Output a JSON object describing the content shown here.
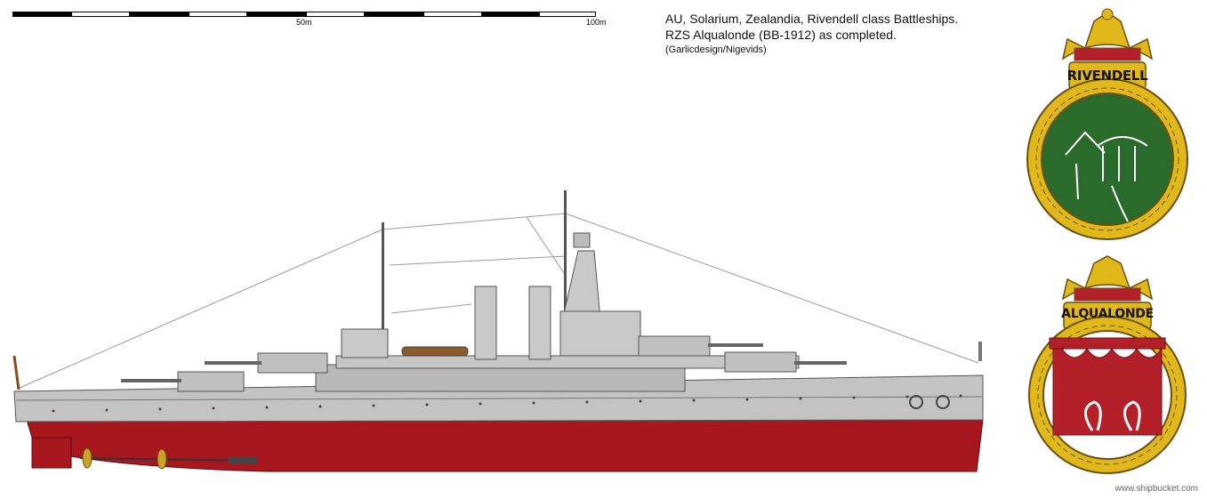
{
  "scale": {
    "labels": [
      "50m",
      "100m"
    ]
  },
  "title": {
    "line1": "AU, Solarium, Zealandia, Rivendell class Battleships.",
    "line2": "RZS Alqualonde (BB-1912) as completed.",
    "credit": "(Garlicdesign/Nigevids)"
  },
  "crests": {
    "class_name": "RIVENDELL",
    "ship_name": "ALQUALONDE"
  },
  "watermark": "www.shipbucket.com",
  "colors": {
    "hull_red": "#a8161e",
    "hull_grey": "#c3c3c3",
    "crest_green": "#2a6a2a",
    "crest_gold": "#e0b81a",
    "crest_red": "#b3202a"
  },
  "icons": [
    "ship-profile",
    "crest-rivendell",
    "crest-alqualonde",
    "naval-crown-icon"
  ]
}
